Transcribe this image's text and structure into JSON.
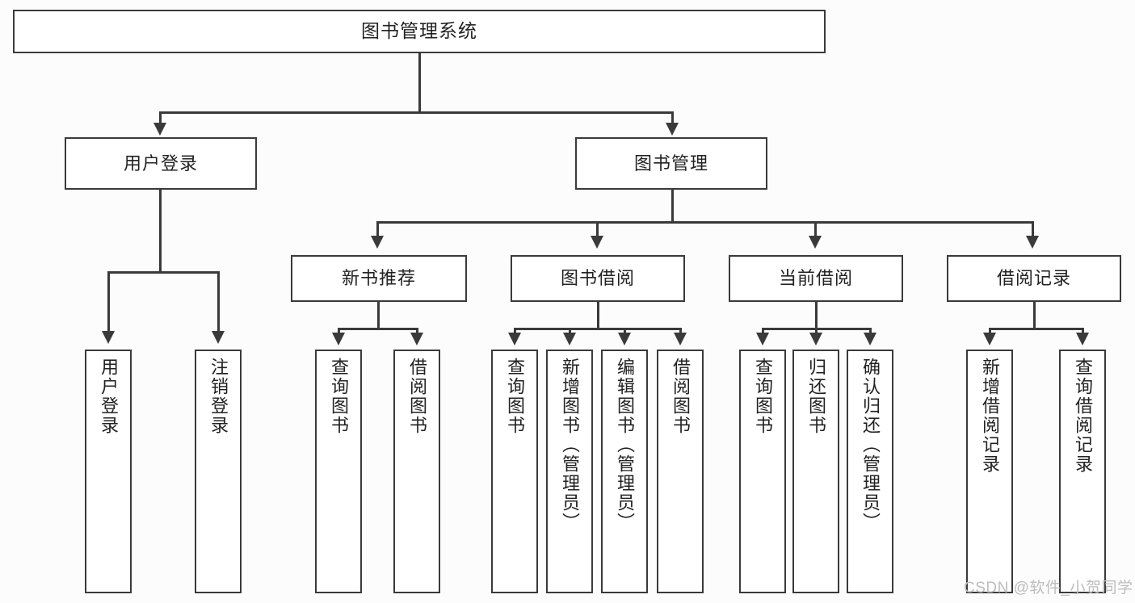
{
  "diagram": {
    "title": "图书管理系统",
    "type": "tree-hierarchy",
    "root": {
      "label": "图书管理系统"
    },
    "level2": [
      {
        "label": "用户登录"
      },
      {
        "label": "图书管理"
      }
    ],
    "level3": [
      {
        "label": "新书推荐"
      },
      {
        "label": "图书借阅"
      },
      {
        "label": "当前借阅"
      },
      {
        "label": "借阅记录"
      }
    ],
    "leaves": {
      "user_login": [
        {
          "label": "用户登录"
        },
        {
          "label": "注销登录"
        }
      ],
      "new_book_recommend": [
        {
          "label": "查询图书"
        },
        {
          "label": "借阅图书"
        }
      ],
      "book_borrow": [
        {
          "label": "查询图书"
        },
        {
          "label": "新增图书（管理员）"
        },
        {
          "label": "编辑图书（管理员）"
        },
        {
          "label": "借阅图书"
        }
      ],
      "current_borrow": [
        {
          "label": "查询图书"
        },
        {
          "label": "归还图书"
        },
        {
          "label": "确认归还（管理员）"
        }
      ],
      "borrow_record": [
        {
          "label": "新增借阅记录"
        },
        {
          "label": "查询借阅记录"
        }
      ]
    }
  },
  "watermark": {
    "text": "CSDN @软件_小贺同学"
  },
  "colors": {
    "background": "#fcfcfc",
    "box_border": "#3a3a3a",
    "box_fill": "#ffffff",
    "text": "#222222",
    "connector": "#3a3a3a",
    "watermark": "#bdbdbd"
  }
}
